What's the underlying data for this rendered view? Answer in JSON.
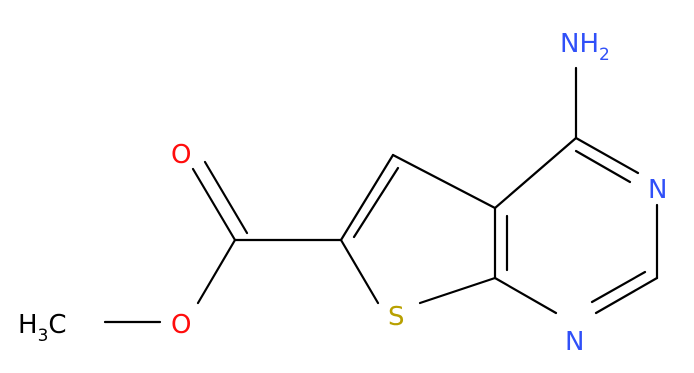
{
  "atoms": {
    "nh2": {
      "main": "NH",
      "sub": "2",
      "color": "#3050F8"
    },
    "n_ring_upper": {
      "text": "N",
      "color": "#3050F8"
    },
    "n_ring_lower": {
      "text": "N",
      "color": "#3050F8"
    },
    "s_ring": {
      "text": "S",
      "color": "#B8A000"
    },
    "o_carbonyl": {
      "text": "O",
      "color": "#FF0D0D"
    },
    "o_ester": {
      "text": "O",
      "color": "#FF0D0D"
    },
    "methyl": {
      "pre": "H",
      "sub": "3",
      "post": "C",
      "color": "#000000"
    }
  }
}
